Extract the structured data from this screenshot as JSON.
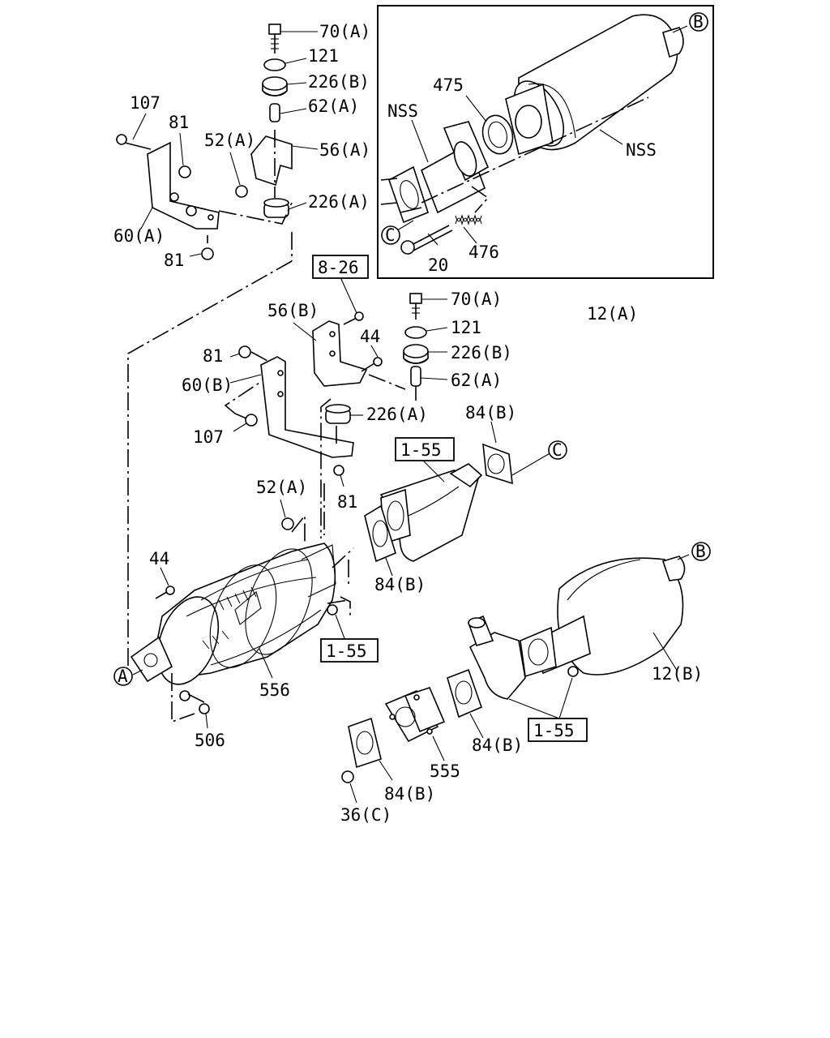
{
  "labels": {
    "p70a_top": "70(A)",
    "p121_top": "121",
    "p226b_top": "226(B)",
    "p62a_top": "62(A)",
    "p56a": "56(A)",
    "p226a_top": "226(A)",
    "p52a_top": "52(A)",
    "p107_top": "107",
    "p81_top1": "81",
    "p60a": "60(A)",
    "p81_top2": "81",
    "p475": "475",
    "nss_left": "NSS",
    "nss_right": "NSS",
    "p20": "20",
    "p476": "476",
    "p12a": "12(A)",
    "p56b": "56(B)",
    "p44_mid": "44",
    "p81_mid": "81",
    "p60b": "60(B)",
    "p107_mid": "107",
    "p70a_mid": "70(A)",
    "p121_mid": "121",
    "p226b_mid": "226(B)",
    "p62a_mid": "62(A)",
    "p226a_mid": "226(A)",
    "p81_low": "81",
    "p84b_1": "84(B)",
    "p52a_low": "52(A)",
    "p84b_2": "84(B)",
    "p44_low": "44",
    "p556": "556",
    "p506": "506",
    "p12b": "12(B)",
    "p84b_3": "84(B)",
    "p555": "555",
    "p84b_4": "84(B)",
    "p36c": "36(C)"
  },
  "refs": {
    "ref_826": "8-26",
    "ref_155_a": "1-55",
    "ref_155_b": "1-55",
    "ref_155_c": "1-55"
  },
  "markers": {
    "marker_b_top": "B",
    "marker_c_inset": "C",
    "marker_c_mid": "C",
    "marker_b_mid": "B",
    "marker_a": "A"
  }
}
